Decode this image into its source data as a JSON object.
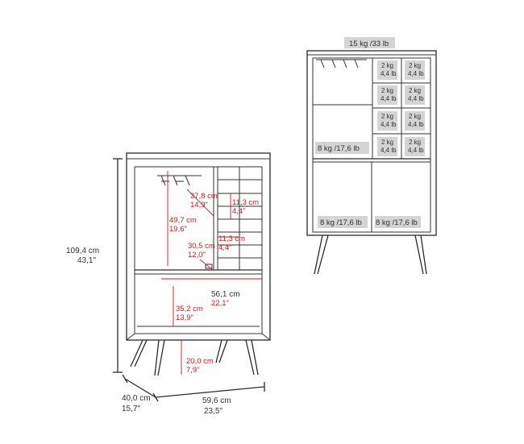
{
  "overall": {
    "height_cm": "109,4 cm",
    "height_in": "43,1\"",
    "depth_cm": "40,0 cm",
    "depth_in": "15,7\"",
    "width_cm": "59,6 cm",
    "width_in": "23,5\""
  },
  "interior": {
    "cabinet_width_cm": "37,8 cm",
    "cabinet_width_in": "14,9\"",
    "cabinet_height_cm": "49,7 cm",
    "cabinet_height_in": "19,6\"",
    "cubby_height_cm": "11,3 cm",
    "cubby_height_in": "4,4\"",
    "cubby_width_cm": "11,3 cm",
    "cubby_width_in": "4,4\"",
    "cabinet_depth_cm": "30,5 cm",
    "cabinet_depth_in": "12,0\"",
    "shelf_width_cm": "56,1 cm",
    "shelf_width_in": "22,1\"",
    "shelf_height_cm": "35,2 cm",
    "shelf_height_in": "13,9\"",
    "leg_height_cm": "20,0 cm",
    "leg_height_in": "7,9\""
  },
  "weights": {
    "top": "15 kg /33 lb",
    "cubby_kg": "2 kg",
    "cubby_lb": "4,4 lb",
    "cabinet": "8 kg /17,6 lb",
    "lower_left": "8 kg /17,6 lb",
    "lower_right": "8 kg /17,6 lb"
  }
}
